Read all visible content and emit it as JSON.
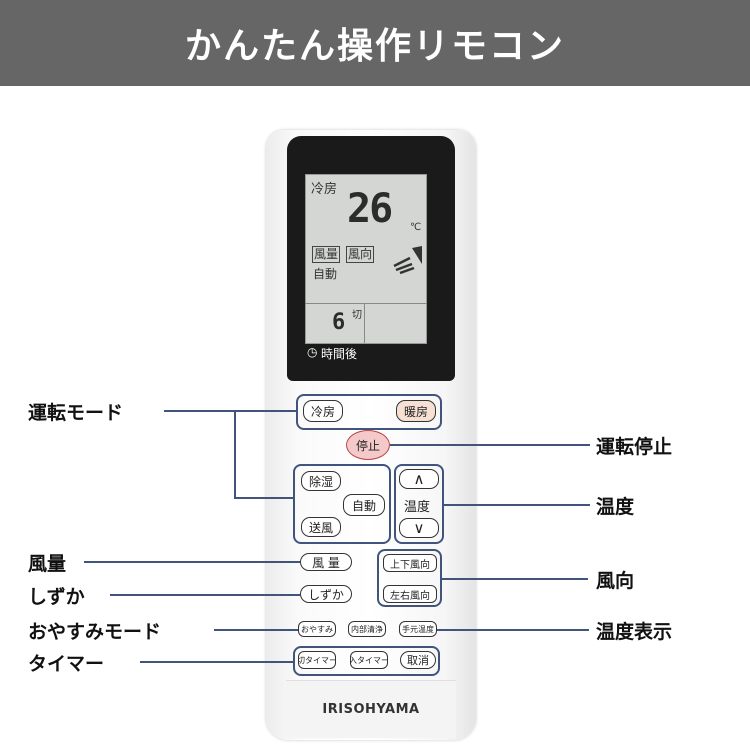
{
  "banner": {
    "title": "かんたん操作リモコン"
  },
  "lcd": {
    "mode": "冷房",
    "temperature": "26",
    "unit": "℃",
    "fan_speed": "風量",
    "wind_dir": "風向",
    "auto": "自動",
    "timer_value": "6",
    "timer_off": "切",
    "timer_after": "時間後"
  },
  "buttons": {
    "cool": "冷房",
    "heat": "暖房",
    "stop": "停止",
    "dehumidify": "除湿",
    "auto": "自動",
    "fan": "送風",
    "temp_label": "温度",
    "temp_up": "∧",
    "temp_down": "∨",
    "fan_speed": "風 量",
    "quiet": "しずか",
    "updown": "上下風向",
    "leftright": "左右風向",
    "sleep": "おやすみ",
    "clean": "内部清浄",
    "display": "手元温度",
    "timer_off": "切タイマー",
    "timer_on": "入タイマー",
    "cancel": "取消"
  },
  "callouts": {
    "mode": "運転モード",
    "stop": "運転停止",
    "temperature": "温度",
    "fan_speed": "風量",
    "quiet": "しずか",
    "wind_dir": "風向",
    "sleep_mode": "おやすみモード",
    "temp_display": "温度表示",
    "timer": "タイマー"
  },
  "brand": {
    "logo": "IRISOHYAMA"
  },
  "colors": {
    "banner": "#666666",
    "callout_line": "#41547e",
    "heat_button": "#f6dfd3",
    "stop_button": "#f3c9c9"
  }
}
